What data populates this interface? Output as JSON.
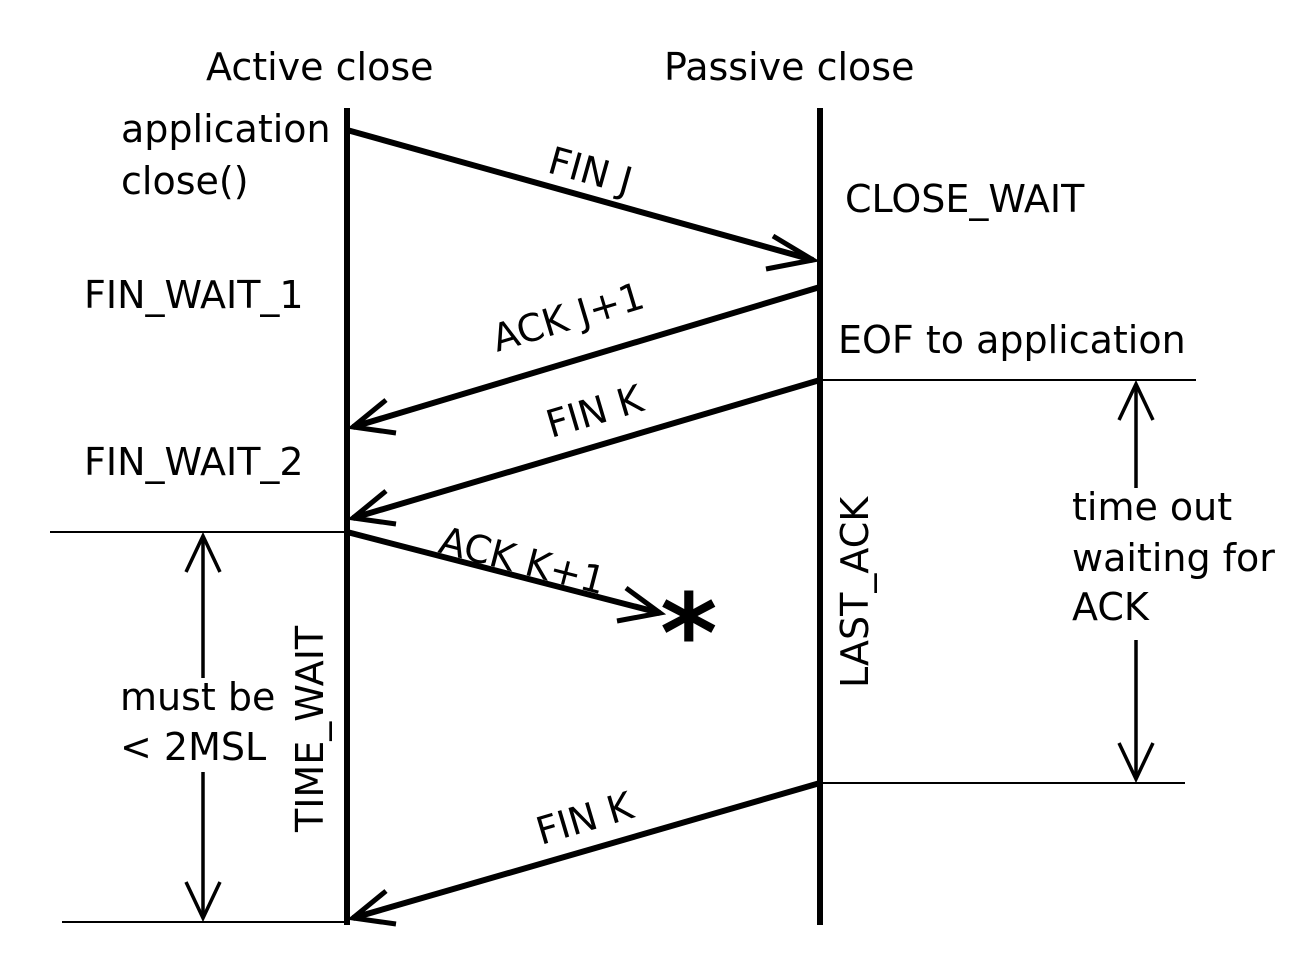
{
  "headers": {
    "active": "Active close",
    "passive": "Passive close"
  },
  "left_labels": {
    "app_line1": "application",
    "app_line2": "close()",
    "fin_wait_1": "FIN_WAIT_1",
    "fin_wait_2": "FIN_WAIT_2",
    "must_be_line1": "must be",
    "must_be_line2": "< 2MSL",
    "time_wait": "TIME_WAIT"
  },
  "right_labels": {
    "close_wait": "CLOSE_WAIT",
    "eof": "EOF to application",
    "last_ack": "LAST_ACK",
    "timeout_line1": "time out",
    "timeout_line2": "waiting for",
    "timeout_line3": "ACK"
  },
  "messages": {
    "fin_j": "FIN J",
    "ack_j1": "ACK J+1",
    "fin_k_1": "FIN K",
    "ack_k1": "ACK K+1",
    "fin_k_2": "FIN K"
  },
  "lost_marker": "*"
}
